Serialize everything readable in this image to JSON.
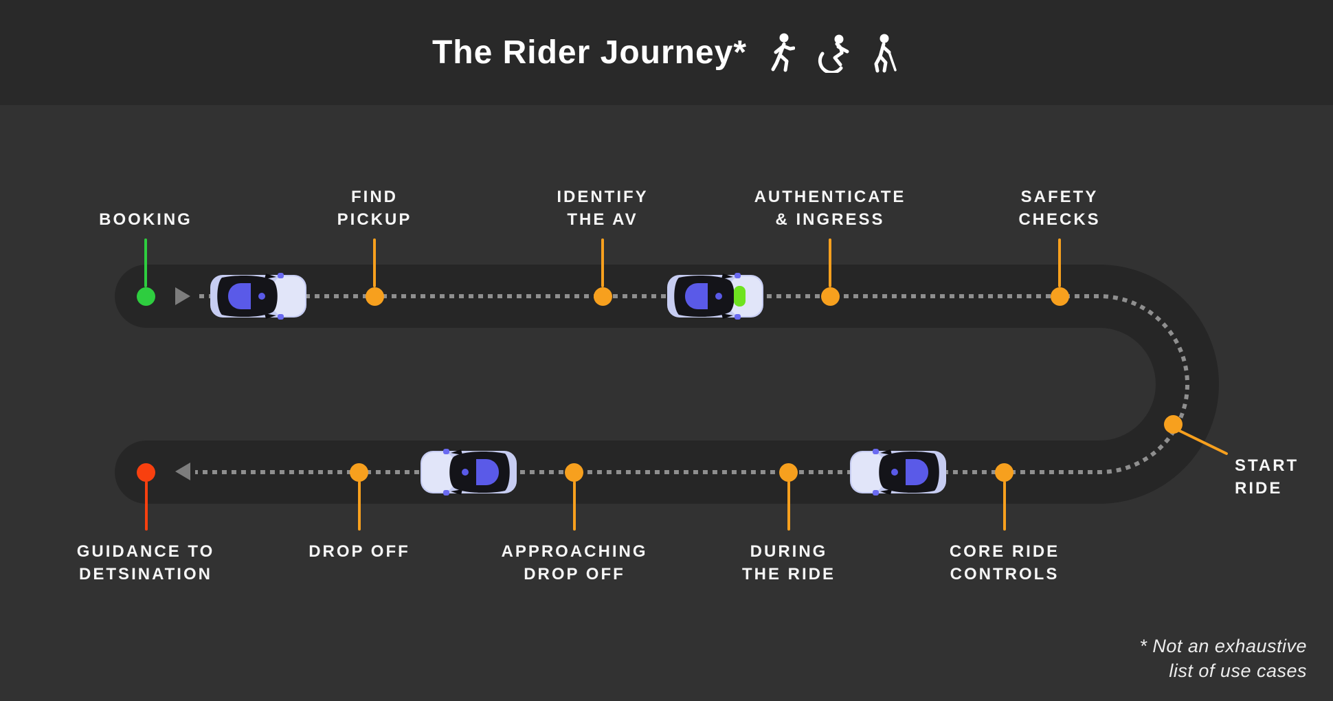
{
  "header": {
    "title": "The Rider Journey*",
    "icons": [
      {
        "name": "walking-person-icon"
      },
      {
        "name": "wheelchair-user-icon"
      },
      {
        "name": "person-with-cane-icon"
      }
    ]
  },
  "milestones": {
    "booking": {
      "label": "BOOKING",
      "dot_color": "#2ecd3f"
    },
    "find_pickup": {
      "line1": "FIND",
      "line2": "PICKUP",
      "dot_color": "#f7a01e"
    },
    "identify_the_av": {
      "line1": "IDENTIFY",
      "line2": "THE AV",
      "dot_color": "#f7a01e"
    },
    "authenticate_ingress": {
      "line1": "AUTHENTICATE",
      "line2": "& INGRESS",
      "dot_color": "#f7a01e"
    },
    "safety_checks": {
      "line1": "SAFETY",
      "line2": "CHECKS",
      "dot_color": "#f7a01e"
    },
    "start_ride": {
      "line1": "START",
      "line2": "RIDE",
      "dot_color": "#f7a01e"
    },
    "core_ride_controls": {
      "line1": "CORE RIDE",
      "line2": "CONTROLS",
      "dot_color": "#f7a01e"
    },
    "during_the_ride": {
      "line1": "DURING",
      "line2": "THE RIDE",
      "dot_color": "#f7a01e"
    },
    "approaching_drop_off": {
      "line1": "APPROACHING",
      "line2": "DROP OFF",
      "dot_color": "#f7a01e"
    },
    "drop_off": {
      "label": "DROP OFF",
      "dot_color": "#f7a01e"
    },
    "guidance_to_destination": {
      "line1": "GUIDANCE TO",
      "line2": "DETSINATION",
      "dot_color": "#f8400f"
    }
  },
  "footnote": {
    "line1": "* Not an exhaustive",
    "line2": "list of use cases"
  },
  "colors": {
    "background": "#323232",
    "header_background": "#292929",
    "road": "#262626",
    "dotted_line": "#8f8f8f",
    "accent_orange": "#f7a01e",
    "start_green": "#2ecd3f",
    "end_red": "#f8400f",
    "label_text": "#f6f6f6",
    "car_body": "#c7cdf2",
    "car_windshield": "#e1e5f9",
    "car_roof": "#141419",
    "car_blue_accent": "#5a5ae8",
    "car_green_panel": "#6ee320"
  }
}
